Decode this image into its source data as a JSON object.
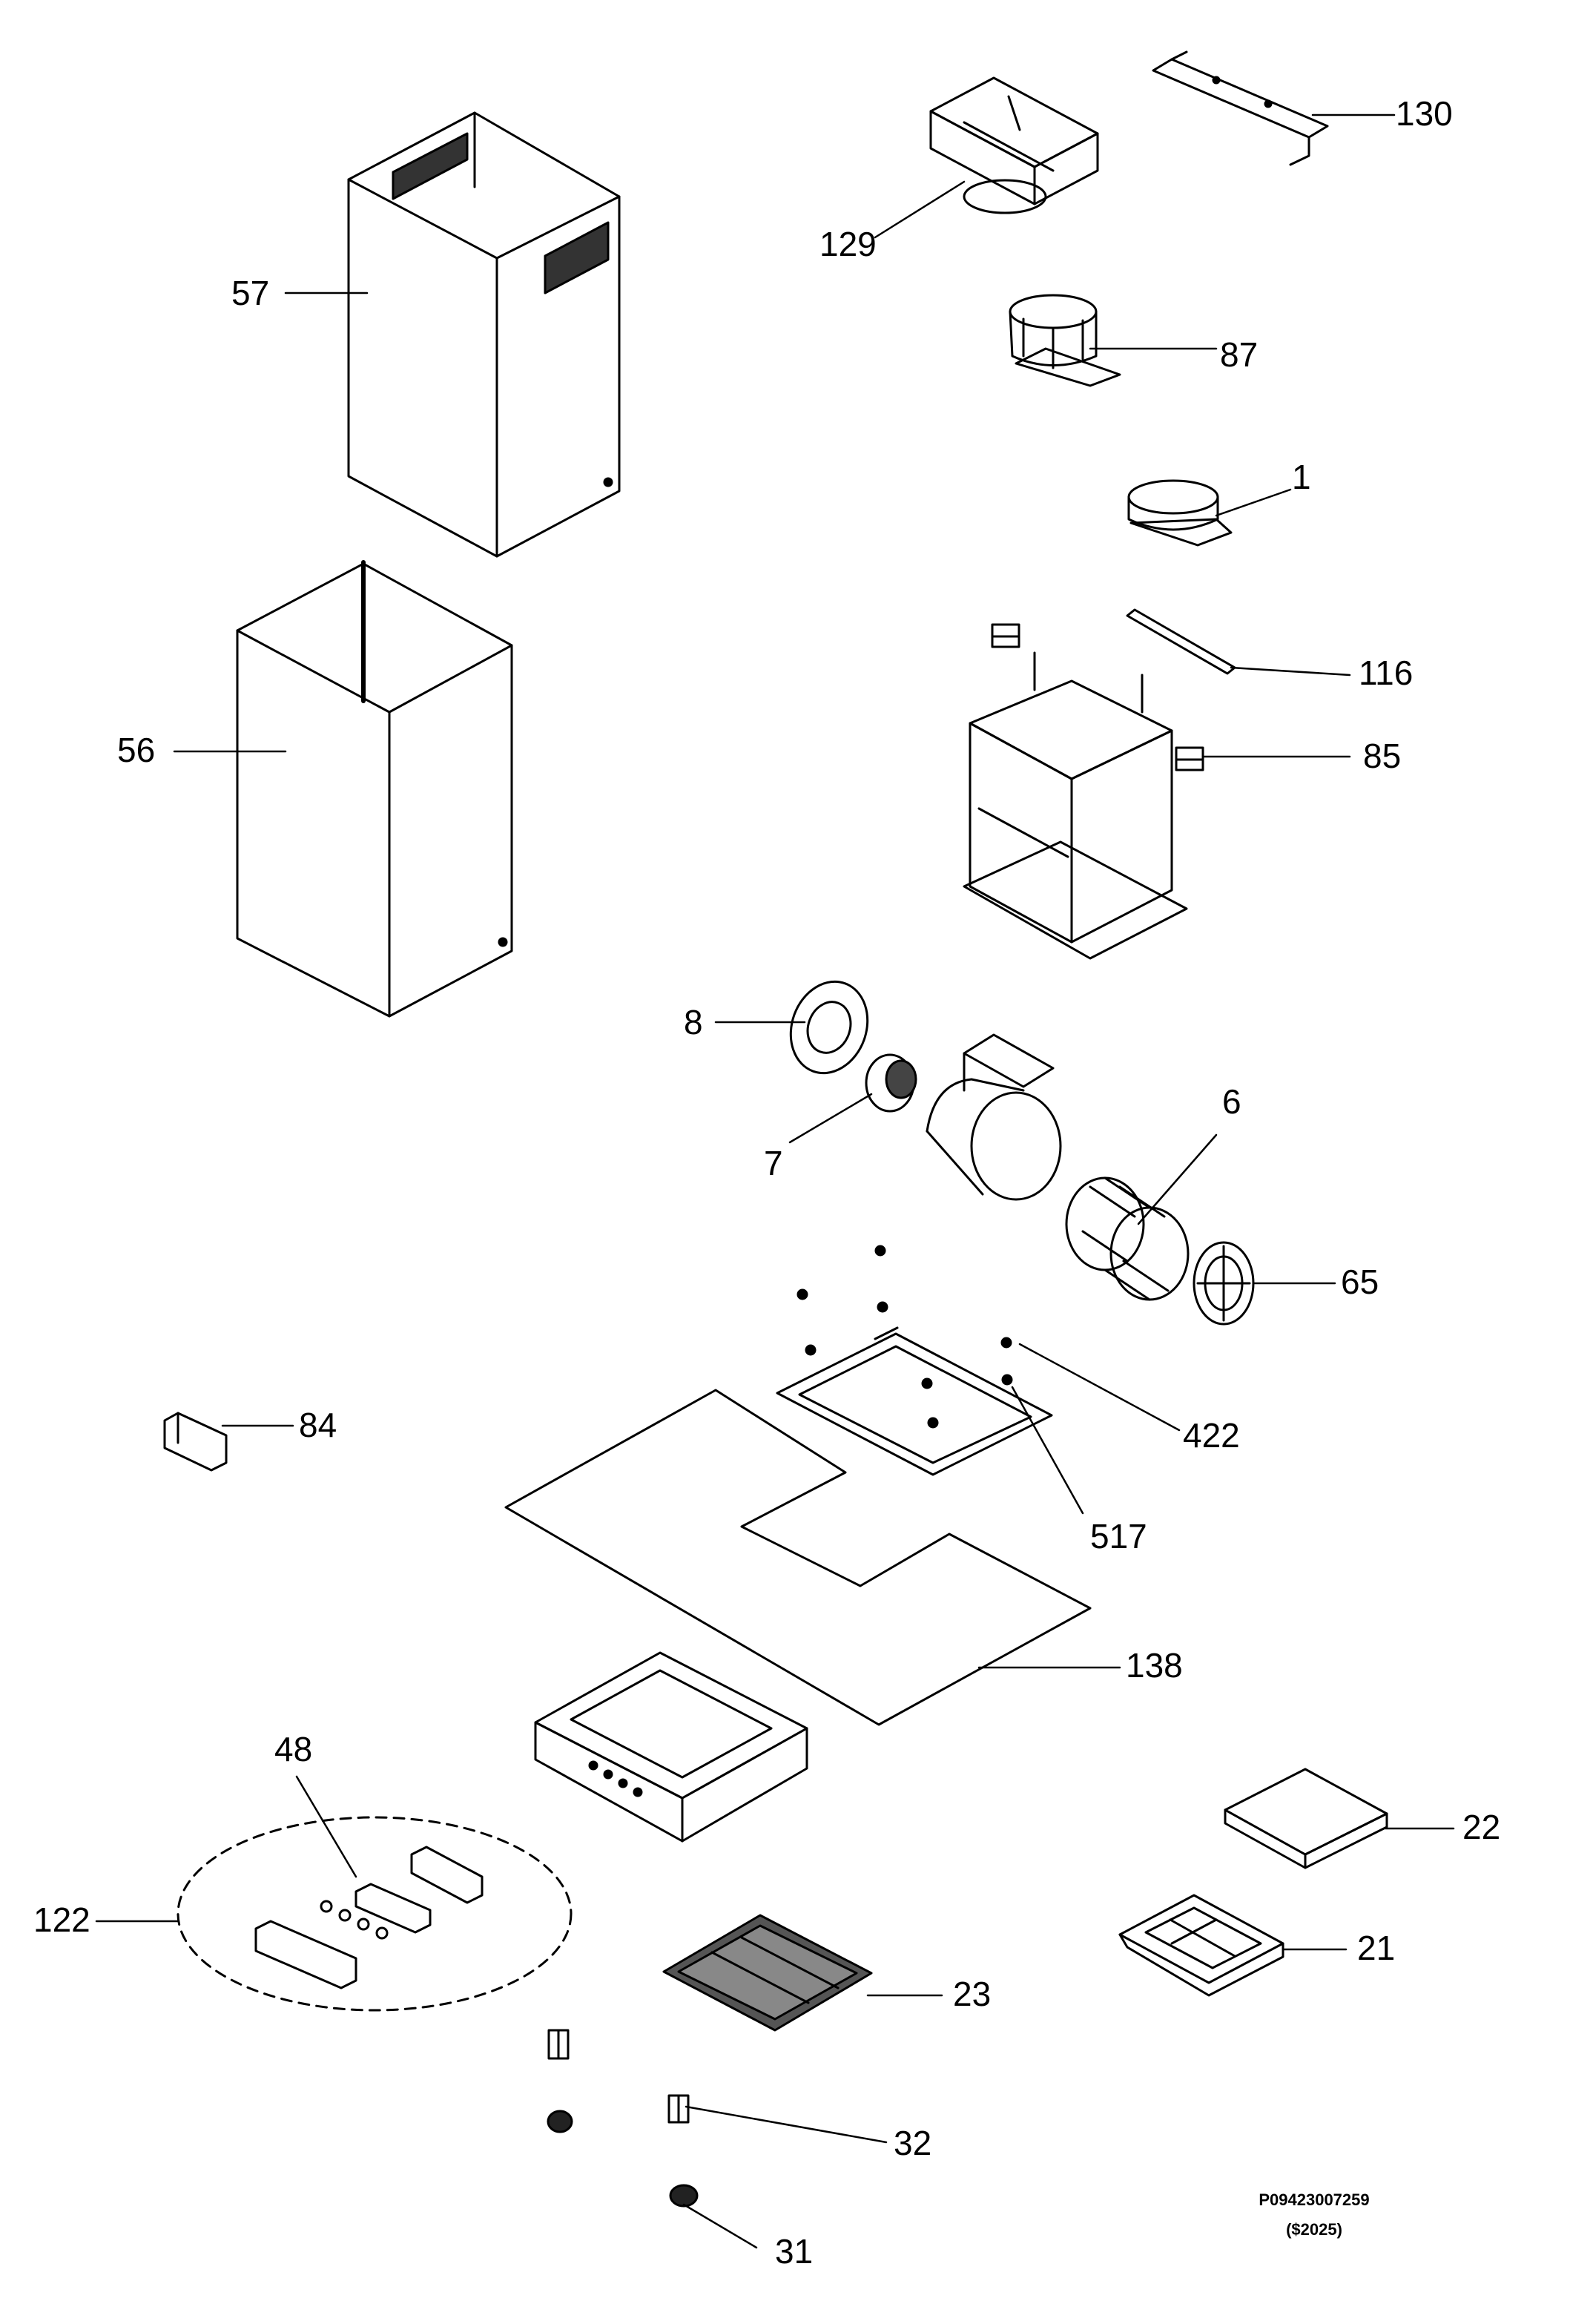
{
  "diagram": {
    "callouts": {
      "p130": "130",
      "p129": "129",
      "p57": "57",
      "p87": "87",
      "p1": "1",
      "p116": "116",
      "p85": "85",
      "p56": "56",
      "p8": "8",
      "p6": "6",
      "p7": "7",
      "p65": "65",
      "p84": "84",
      "p422": "422",
      "p517": "517",
      "p138": "138",
      "p48": "48",
      "p22": "22",
      "p122": "122",
      "p21": "21",
      "p23": "23",
      "p32": "32",
      "p31": "31"
    },
    "reference_code": "P09423007259",
    "reference_sub": "($2025)"
  }
}
